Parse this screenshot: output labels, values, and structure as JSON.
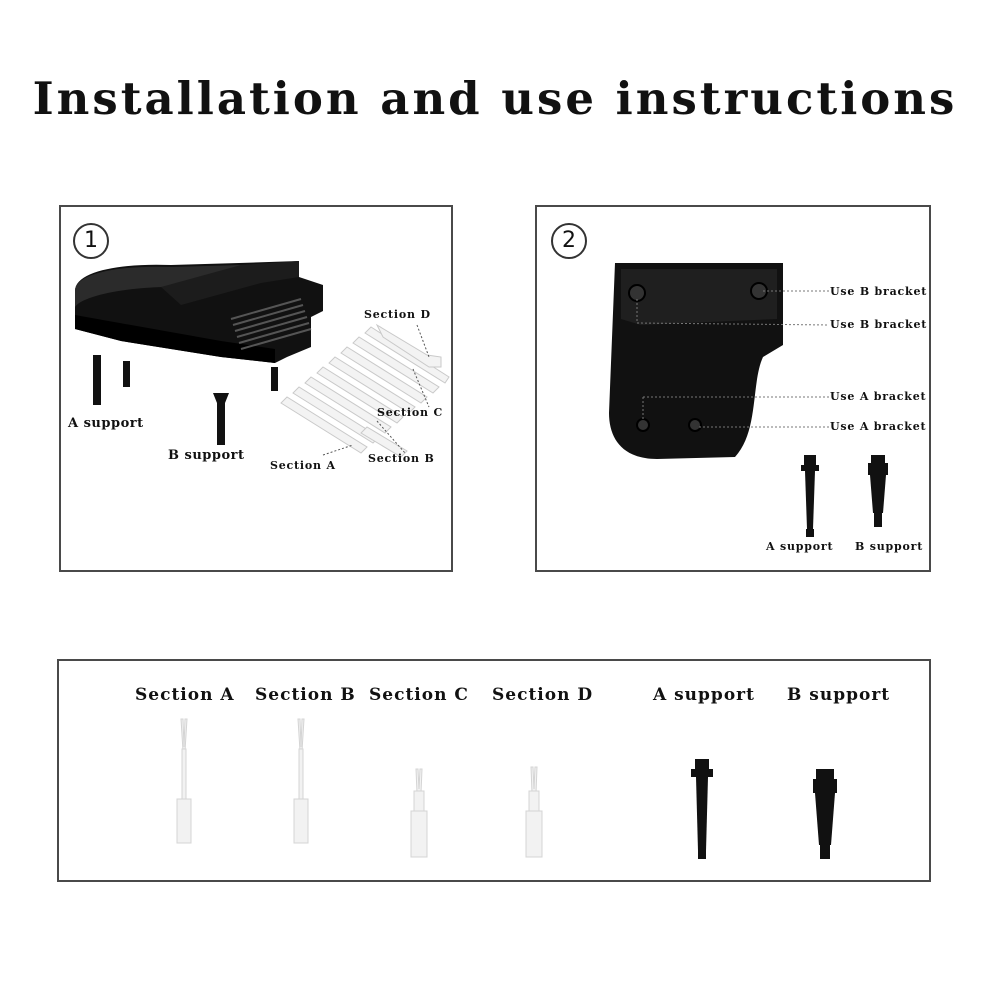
{
  "title": "Installation and use instructions",
  "step1": {
    "number": "1",
    "labels": {
      "section_d": "Section D",
      "section_c": "Section C",
      "section_b": "Section B",
      "section_a": "Section A",
      "a_support": "A support",
      "b_support": "B support"
    }
  },
  "step2": {
    "number": "2",
    "labels": {
      "use_b_1": "Use B bracket",
      "use_b_2": "Use B bracket",
      "use_a_1": "Use A bracket",
      "use_a_2": "Use A bracket",
      "a_support": "A support",
      "b_support": "B support"
    }
  },
  "parts": [
    {
      "label": "Section A",
      "icon": "fork-pick-long-icon"
    },
    {
      "label": "Section B",
      "icon": "fork-pick-long-icon"
    },
    {
      "label": "Section C",
      "icon": "fork-pick-short-icon"
    },
    {
      "label": "Section D",
      "icon": "fork-pick-short-icon"
    },
    {
      "label": "A support",
      "icon": "a-support-leg-icon"
    },
    {
      "label": "B support",
      "icon": "b-support-leg-icon"
    }
  ],
  "colors": {
    "piano": "#0d0d0d",
    "pick": "#f1f1f1",
    "border": "#4a4a4a"
  }
}
